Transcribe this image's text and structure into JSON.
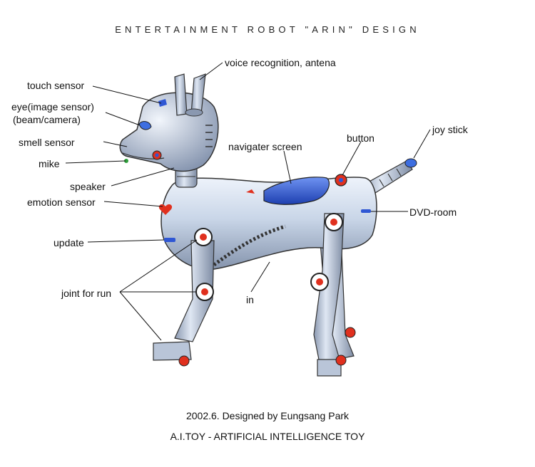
{
  "title": "ENTERTAINMENT ROBOT \"ARIN\" DESIGN",
  "labels": {
    "voice": "voice recognition, antena",
    "touch": "touch sensor",
    "eye1": "eye(image sensor)",
    "eye2": "(beam/camera)",
    "smell": "smell sensor",
    "mike": "mike",
    "speaker": "speaker",
    "emotion": "emotion sensor",
    "update": "update",
    "joint": "joint for run",
    "navigator": "navigater screen",
    "button": "button",
    "joystick": "joy stick",
    "dvd": "DVD-room",
    "in": "in"
  },
  "credit": "2002.6. Designed by Eungsang Park",
  "subtitle": "A.I.TOY - ARTIFICIAL INTELLIGENCE TOY",
  "colors": {
    "body": "#c9d6e8",
    "body_shadow": "#8e9db4",
    "screen": "#2f57d4",
    "accent_red": "#e0301e",
    "line": "#111111"
  }
}
